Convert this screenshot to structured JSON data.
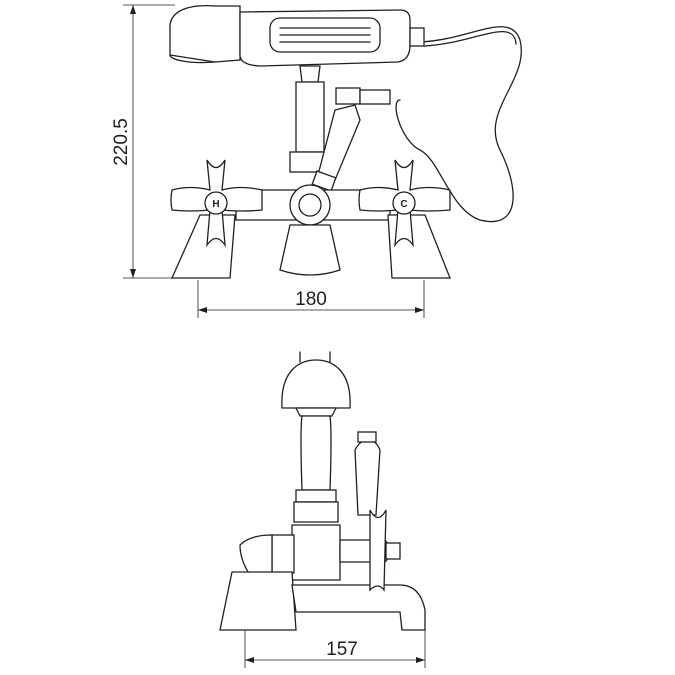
{
  "drawing": {
    "front_view": {
      "height_dimension": "220.5",
      "width_dimension": "180",
      "hot_handle_label": "H",
      "cold_handle_label": "C"
    },
    "side_view": {
      "depth_dimension": "157"
    }
  }
}
